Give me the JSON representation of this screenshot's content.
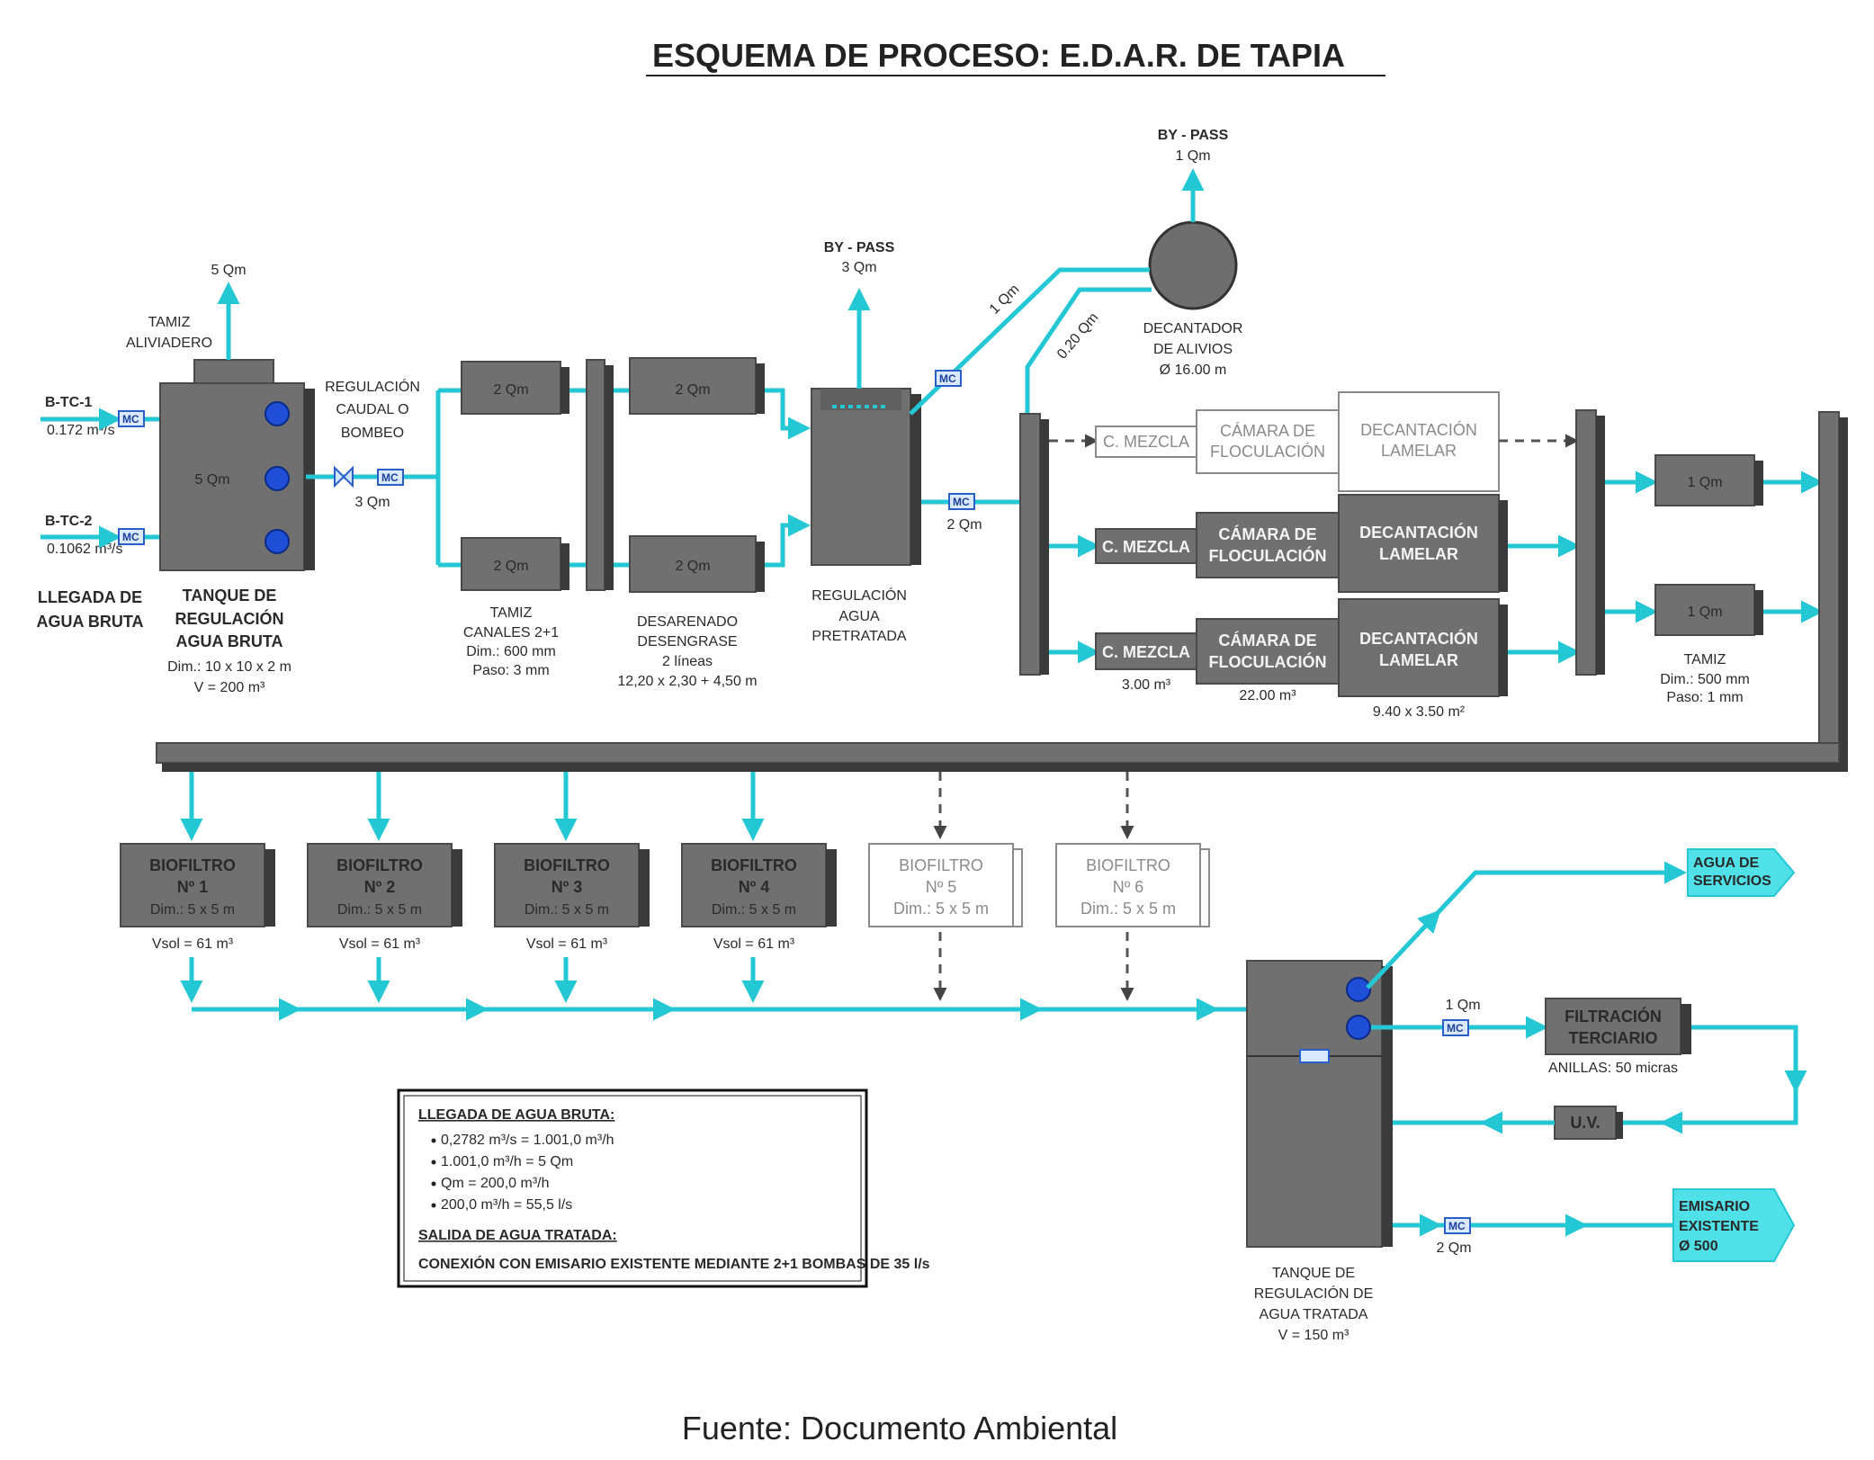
{
  "title": "ESQUEMA DE PROCESO: E.D.A.R. DE TAPIA",
  "caption": "Fuente: Documento Ambiental",
  "colors": {
    "pipe": "#23c8d4",
    "box": "#707070",
    "pump": "#1e4fd6",
    "mc": "#2a5ec9"
  },
  "inlets": {
    "btc1": {
      "label": "B-TC-1",
      "flow": "0.172 m³/s"
    },
    "btc2": {
      "label": "B-TC-2",
      "flow": "0.1062 m³/s"
    },
    "arrival": [
      "LLEGADA DE",
      "AGUA BRUTA"
    ]
  },
  "tamiz_aliviadero": {
    "label": [
      "TAMIZ",
      "ALIVIADERO"
    ],
    "out": "5 Qm"
  },
  "tanque_bruta": {
    "inner": "5 Qm",
    "label": [
      "TANQUE DE",
      "REGULACIÓN",
      "AGUA BRUTA"
    ],
    "dim": [
      "Dim.: 10 x 10 x 2 m",
      "V = 200 m³"
    ]
  },
  "regulacion_bombeo": {
    "label": [
      "REGULACIÓN",
      "CAUDAL O",
      "BOMBEO"
    ],
    "flow": "3 Qm"
  },
  "mc": "MC",
  "tamiz_canales": {
    "box": "2 Qm",
    "label": [
      "TAMIZ",
      "CANALES 2+1",
      "Dim.: 600 mm",
      "Paso: 3 mm"
    ]
  },
  "desarenado": {
    "box": "2 Qm",
    "label": [
      "DESARENADO",
      "DESENGRASE",
      "2 líneas",
      "12,20 x 2,30 + 4,50 m"
    ]
  },
  "bypass_pre": {
    "label": "BY - PASS",
    "flow": "3 Qm"
  },
  "regulacion_pretratada": {
    "label": [
      "REGULACIÓN",
      "AGUA",
      "PRETRATADA"
    ],
    "out": "2 Qm"
  },
  "bypass_top": {
    "label": "BY - PASS",
    "flow": "1 Qm"
  },
  "decantador_alivios": {
    "label": [
      "DECANTADOR",
      "DE ALIVIOS",
      "Ø 16.00 m"
    ],
    "in1": "1 Qm",
    "in2": "0.20 Qm"
  },
  "lines": {
    "mezcla": "C. MEZCLA",
    "floculacion": [
      "CÁMARA DE",
      "FLOCULACIÓN"
    ],
    "lamelar": [
      "DECANTACIÓN",
      "LAMELAR"
    ],
    "mezcla_vol": "3.00 m³",
    "floc_vol": "22.00 m³",
    "lamelar_dim": "9.40 x 3.50 m²"
  },
  "tamiz_fino": {
    "box": "1 Qm",
    "label": [
      "TAMIZ",
      "Dim.: 500 mm",
      "Paso: 1 mm"
    ]
  },
  "biofiltros": [
    {
      "name": "BIOFILTRO",
      "num": "Nº 1",
      "dim": "Dim.: 5 x 5 m",
      "vol": "Vsol = 61 m³",
      "active": true
    },
    {
      "name": "BIOFILTRO",
      "num": "Nº 2",
      "dim": "Dim.: 5 x 5 m",
      "vol": "Vsol = 61 m³",
      "active": true
    },
    {
      "name": "BIOFILTRO",
      "num": "Nº 3",
      "dim": "Dim.: 5 x 5 m",
      "vol": "Vsol = 61 m³",
      "active": true
    },
    {
      "name": "BIOFILTRO",
      "num": "Nº 4",
      "dim": "Dim.: 5 x 5 m",
      "vol": "Vsol = 61 m³",
      "active": true
    },
    {
      "name": "BIOFILTRO",
      "num": "Nº 5",
      "dim": "Dim.: 5 x 5 m",
      "vol": "",
      "active": false
    },
    {
      "name": "BIOFILTRO",
      "num": "Nº 6",
      "dim": "Dim.: 5 x 5 m",
      "vol": "",
      "active": false
    }
  ],
  "tanque_tratada": {
    "label": [
      "TANQUE DE",
      "REGULACIÓN DE",
      "AGUA TRATADA",
      "V = 150 m³"
    ]
  },
  "filtracion": {
    "label": [
      "FILTRACIÓN",
      "TERCIARIO"
    ],
    "sub": "ANILLAS: 50 micras",
    "flow": "1 Qm"
  },
  "uv": "U.V.",
  "agua_servicios": [
    "AGUA DE",
    "SERVICIOS"
  ],
  "emisario": [
    "EMISARIO",
    "EXISTENTE",
    "Ø 500"
  ],
  "emisario_flow": "2 Qm",
  "legend": {
    "heading1": "LLEGADA DE AGUA BRUTA:",
    "items": [
      "0,2782 m³/s = 1.001,0 m³/h",
      "1.001,0 m³/h = 5 Qm",
      "Qm = 200,0 m³/h",
      "200,0 m³/h = 55,5 l/s"
    ],
    "heading2": "SALIDA DE AGUA TRATADA:",
    "note": "CONEXIÓN CON EMISARIO EXISTENTE MEDIANTE 2+1 BOMBAS DE 35 l/s"
  }
}
